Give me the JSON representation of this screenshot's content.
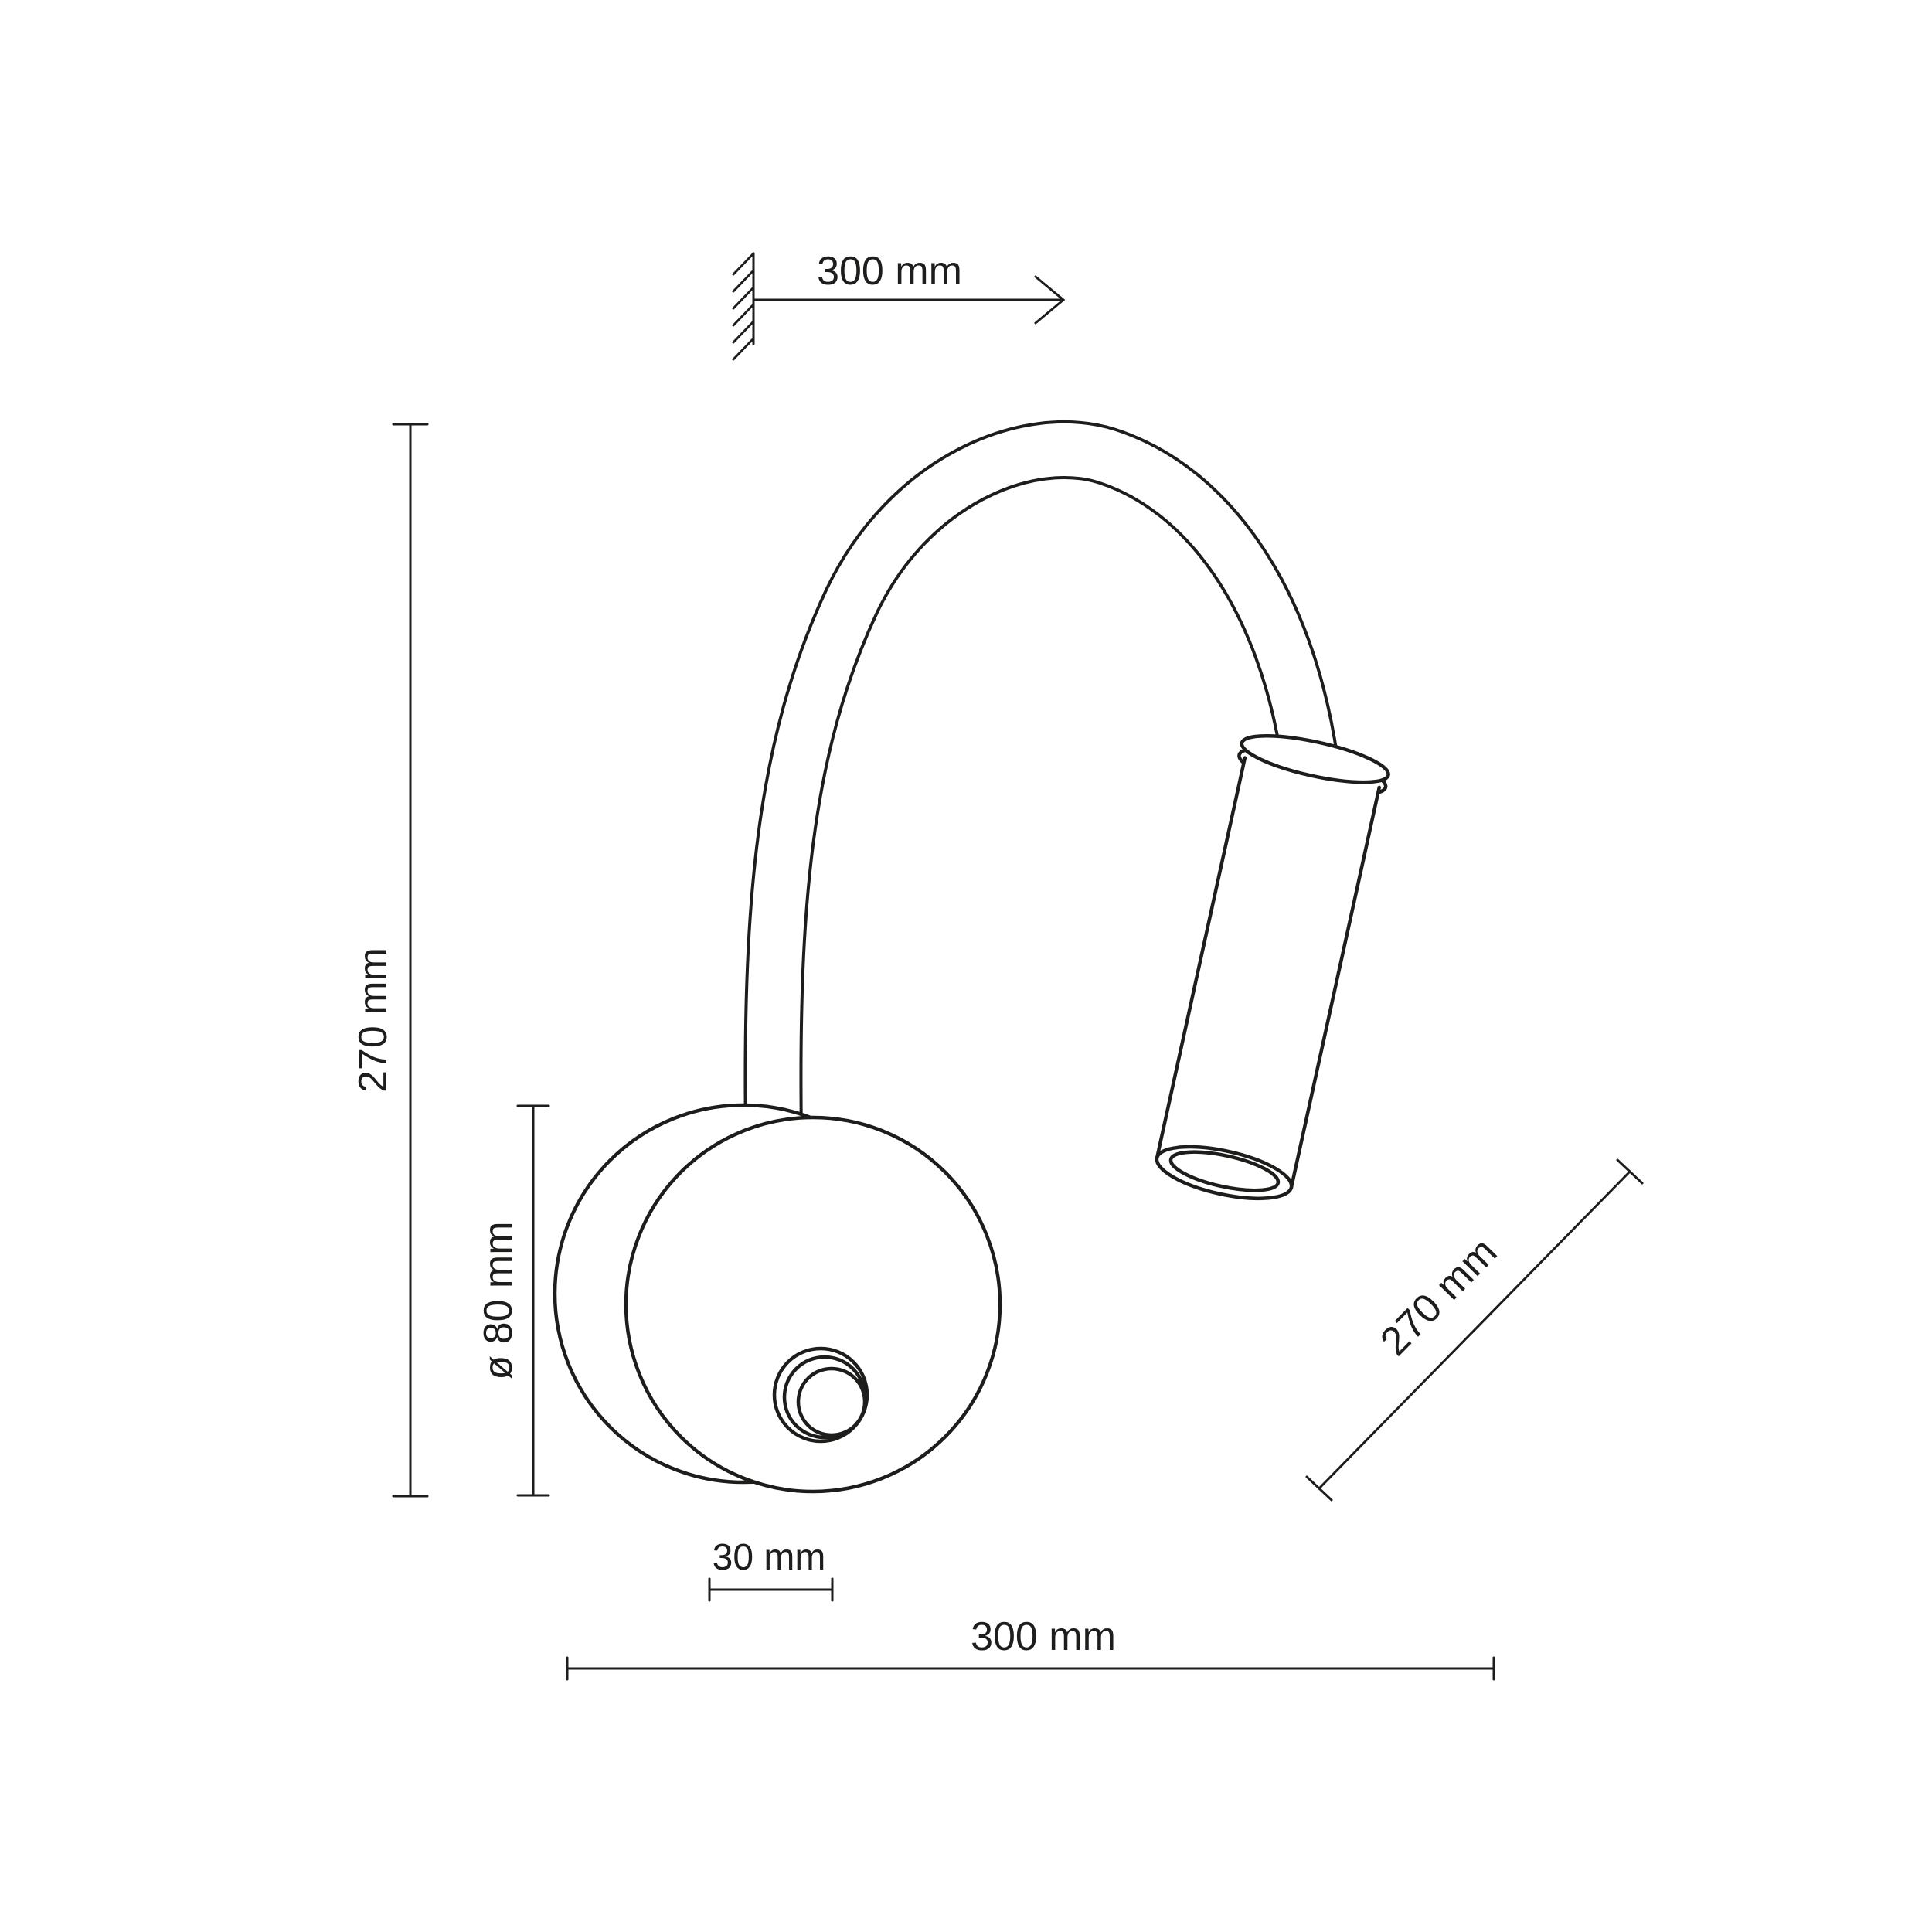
{
  "colors": {
    "line": "#1d1d1b",
    "background": "#ffffff"
  },
  "labels": {
    "wall_offset": "300 mm",
    "overall_height": "270 mm",
    "base_diameter": "ø 80 mm",
    "base_depth": "30 mm",
    "overall_width": "300 mm",
    "arm_length": "270 mm"
  }
}
